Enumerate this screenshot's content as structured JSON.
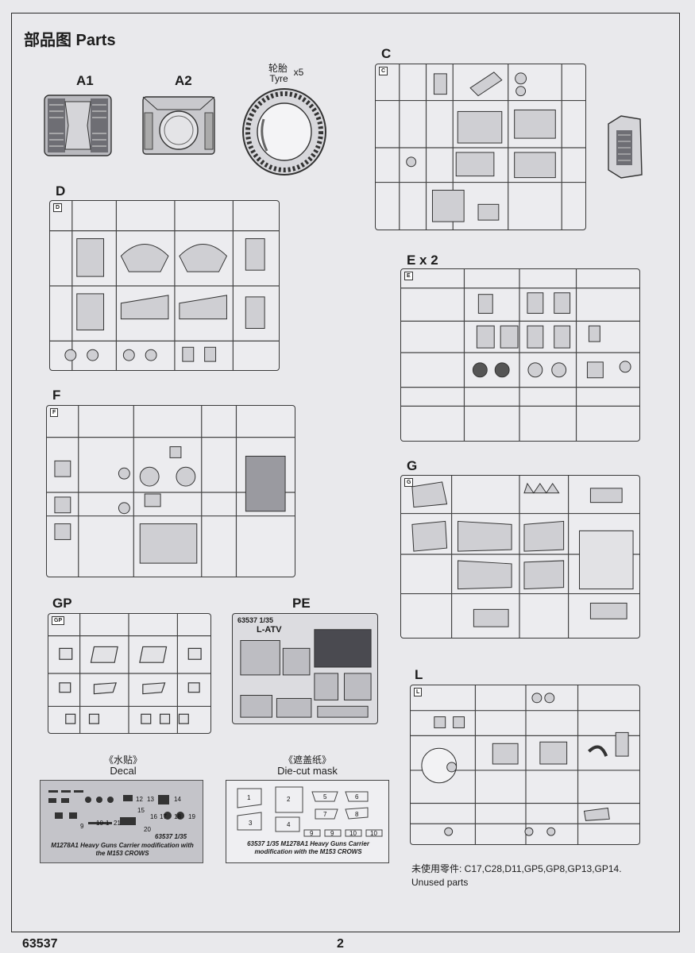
{
  "page": {
    "title": "部品图 Parts",
    "code": "63537",
    "page_number": "2"
  },
  "labels": {
    "a1": "A1",
    "a2": "A2",
    "tyre_cn": "轮胎",
    "tyre_en": "Tyre",
    "tyre_qty": "x5",
    "c": "C",
    "d": "D",
    "e": "E x 2",
    "f": "F",
    "g": "G",
    "gp": "GP",
    "pe": "PE",
    "l": "L"
  },
  "pe_plate": {
    "code": "63537 1/35",
    "name": "L-ATV"
  },
  "decal": {
    "title_cn": "《水贴》",
    "title_en": "Decal",
    "code": "63537 1/35",
    "caption": "M1278A1 Heavy Guns Carrier modification with the M153 CROWS",
    "numbers": [
      "12",
      "13",
      "14",
      "15",
      "16",
      "17",
      "18",
      "19",
      "20",
      "21",
      "10",
      "1",
      "9"
    ]
  },
  "mask": {
    "title_cn": "《遮盖纸》",
    "title_en": "Die-cut mask",
    "caption": "63537 1/35 M1278A1 Heavy Guns Carrier modification with the M153 CROWS",
    "numbers": [
      "1",
      "2",
      "3",
      "4",
      "5",
      "6",
      "7",
      "8",
      "9",
      "9",
      "10",
      "10"
    ]
  },
  "unused": {
    "cn": "未使用零件: C17,C28,D11,GP5,GP8,GP13,GP14.",
    "en": "Unused parts"
  },
  "colors": {
    "line": "#333333",
    "sprue_fill": "#ececef",
    "part_fill": "#bfbfc4",
    "background": "#e9e9ec"
  }
}
